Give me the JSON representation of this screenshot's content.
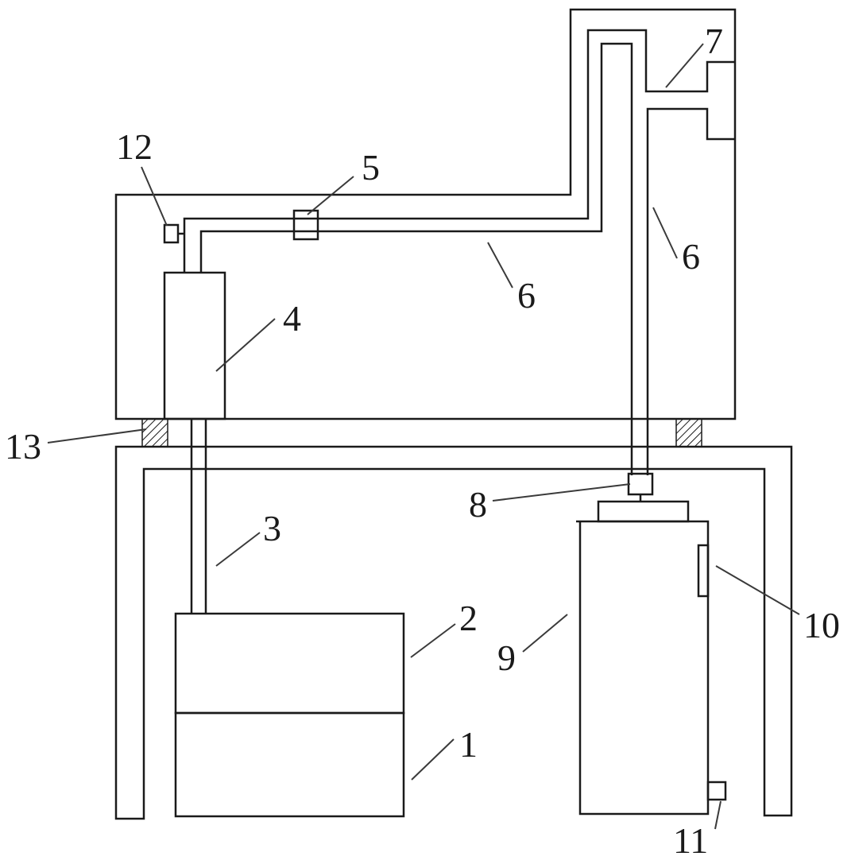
{
  "labels": {
    "n1": "1",
    "n2": "2",
    "n3": "3",
    "n4": "4",
    "n5": "5",
    "n6a": "6",
    "n6b": "6",
    "n7": "7",
    "n8": "8",
    "n9": "9",
    "n10": "10",
    "n11": "11",
    "n12": "12",
    "n13": "13"
  },
  "colors": {
    "line": "#1a1a1a",
    "background": "#ffffff"
  }
}
